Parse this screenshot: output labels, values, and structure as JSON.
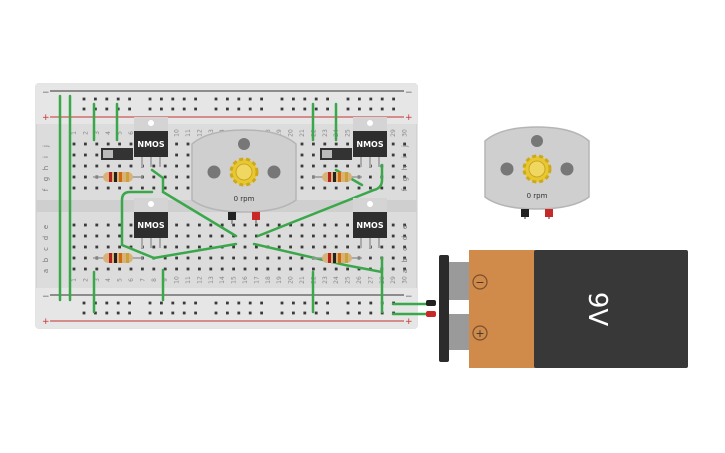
{
  "breadboard": {
    "rail_minus": "−",
    "rail_plus": "+",
    "row_labels_top": [
      "j",
      "i",
      "h",
      "g",
      "f"
    ],
    "row_labels_bottom": [
      "e",
      "d",
      "c",
      "b",
      "a"
    ],
    "column_numbers": [
      "1",
      "2",
      "3",
      "4",
      "5",
      "6",
      "7",
      "8",
      "9",
      "10",
      "11",
      "12",
      "13",
      "14",
      "15",
      "16",
      "17",
      "18",
      "19",
      "20",
      "21",
      "22",
      "23",
      "24",
      "25",
      "26",
      "27",
      "28",
      "29",
      "30"
    ]
  },
  "transistors": [
    {
      "label": "NMOS"
    },
    {
      "label": "NMOS"
    },
    {
      "label": "NMOS"
    },
    {
      "label": "NMOS"
    }
  ],
  "motors": [
    {
      "speed": "0 rpm"
    },
    {
      "speed": "0 rpm"
    }
  ],
  "battery": {
    "voltage": "9V",
    "minus_symbol": "−",
    "plus_symbol": "+"
  },
  "colors": {
    "wire": "#3aa84a",
    "breadboard": "#e0e0e0",
    "rail_red": "#c83232",
    "battery_copper": "#d08a4a",
    "battery_body": "#383838",
    "motor_body": "#cfcfcf",
    "gear": "#e8c830"
  }
}
